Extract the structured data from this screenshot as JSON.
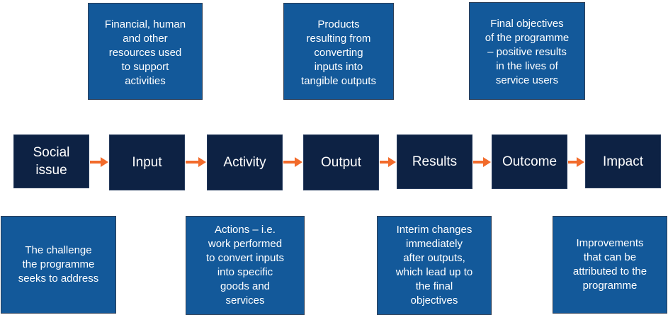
{
  "stages": [
    {
      "label": "Social\nissue"
    },
    {
      "label": "Input"
    },
    {
      "label": "Activity"
    },
    {
      "label": "Output"
    },
    {
      "label": "Results"
    },
    {
      "label": "Outcome"
    },
    {
      "label": "Impact"
    }
  ],
  "descriptions_top": [
    {
      "text": "Financial, human\nand other\nresources used\nto support\nactivities"
    },
    {
      "text": "Products\nresulting from\nconverting\ninputs into\ntangible outputs"
    },
    {
      "text": "Final objectives\nof the programme\n– positive results\nin the lives of\nservice users"
    }
  ],
  "descriptions_bottom": [
    {
      "text": "The challenge\nthe programme\nseeks to address"
    },
    {
      "text": "Actions – i.e.\nwork performed\nto convert inputs\ninto specific\ngoods and\nservices"
    },
    {
      "text": "Interim changes\nimmediately\nafter outputs,\nwhich lead up to\nthe final\nobjectives"
    },
    {
      "text": "Improvements\nthat can be\nattributed to the\nprogramme"
    }
  ],
  "colors": {
    "stage": "#0d2244",
    "description": "#13599a",
    "arrow": "#f26b2b"
  }
}
